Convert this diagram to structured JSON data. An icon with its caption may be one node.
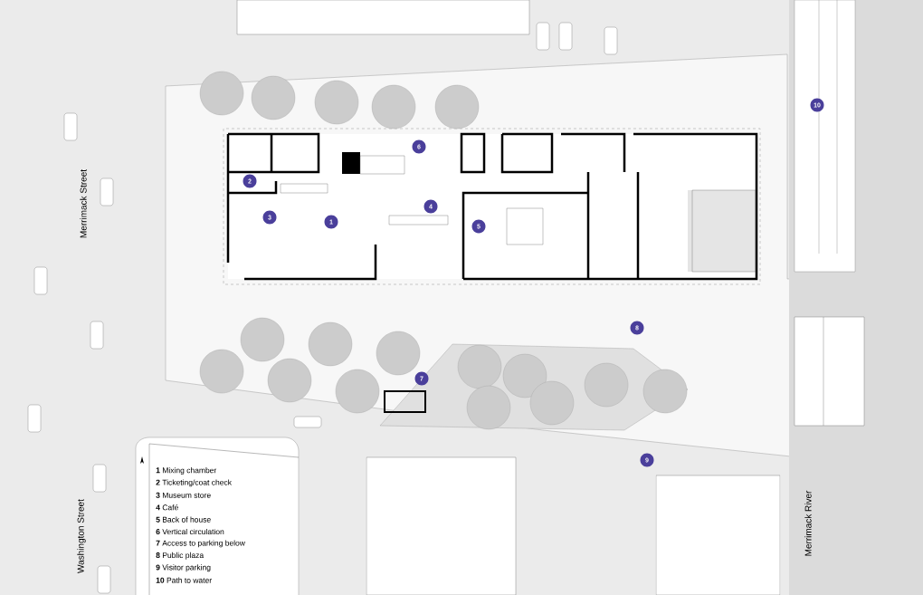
{
  "diagram": {
    "labels": [
      "10",
      "6",
      "2",
      "4",
      "3",
      "1",
      "5",
      "Merrimack Street",
      "8",
      "7",
      "9",
      "Washington Street",
      "**1** Mixing chamber",
      "**2** Ticketing/coat check",
      "**3** Museum store",
      "**4** Café",
      "**5** Back of house",
      "**6** Vertical circulation",
      "**7** Access to parking below",
      "**8** Public plaza",
      "**9** Visitor parking",
      "**10** Path to water",
      "Merrimack River"
    ]
  }
}
